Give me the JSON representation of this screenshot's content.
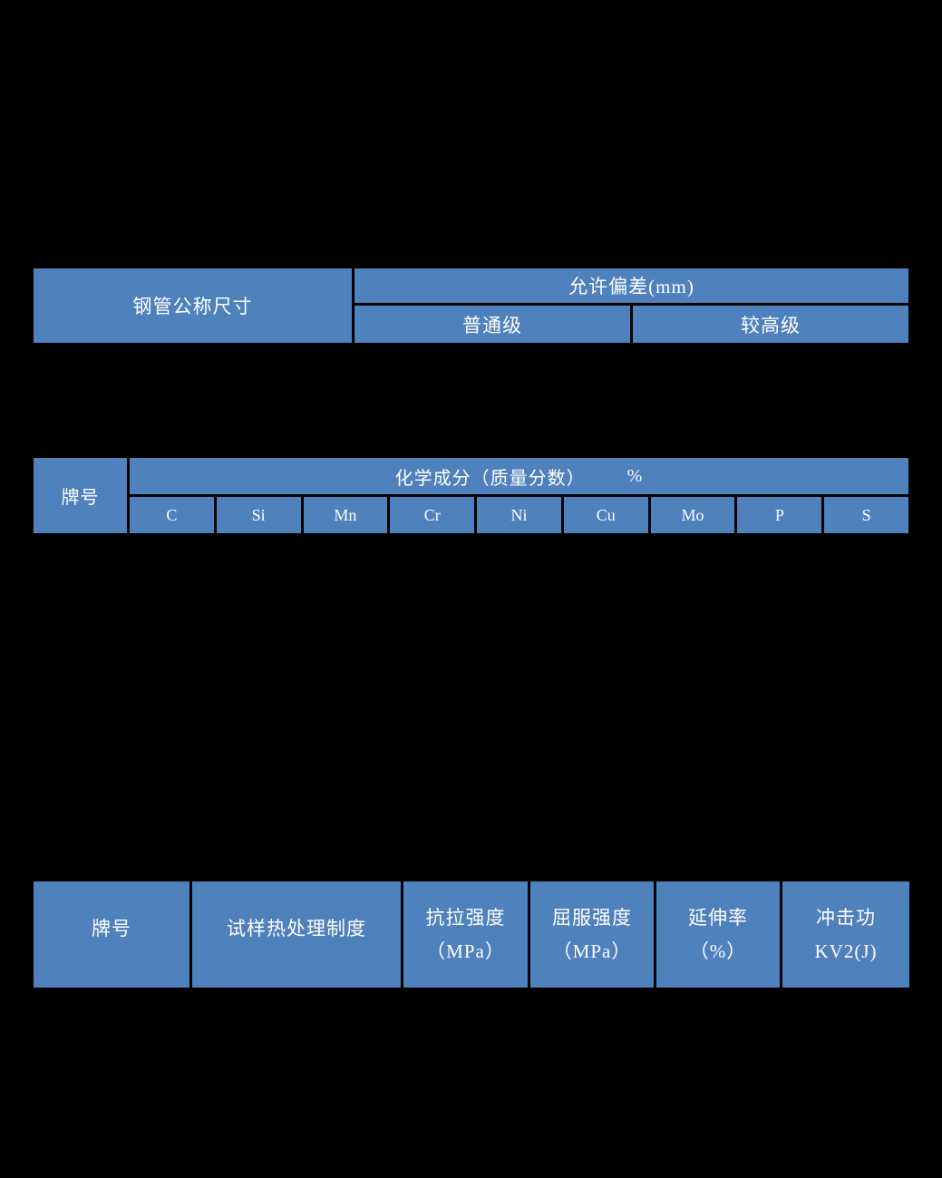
{
  "colors": {
    "header_blue": "#4F81BD",
    "text": "#ffffff",
    "background": "#000000"
  },
  "size_table": {
    "nominal_size": "钢管公称尺寸",
    "deviation_header": "允许偏差(mm)",
    "grades": [
      {
        "label": "普通级"
      },
      {
        "label": "较高级"
      }
    ]
  },
  "composition_table": {
    "grade_label": "牌号",
    "composition_header": "化学成分（质量分数）",
    "percent_sign": "%",
    "elements": [
      "C",
      "Si",
      "Mn",
      "Cr",
      "Ni",
      "Cu",
      "Mo",
      "P",
      "S"
    ]
  },
  "properties_table": {
    "columns": [
      {
        "line1": "牌号",
        "line2": ""
      },
      {
        "line1": "试样热处理制度",
        "line2": ""
      },
      {
        "line1": "抗拉强度",
        "line2": "（MPa）"
      },
      {
        "line1": "屈服强度",
        "line2": "（MPa）"
      },
      {
        "line1": "延伸率",
        "line2": "（%）"
      },
      {
        "line1": "冲击功",
        "line2": "KV2(J)"
      }
    ]
  }
}
